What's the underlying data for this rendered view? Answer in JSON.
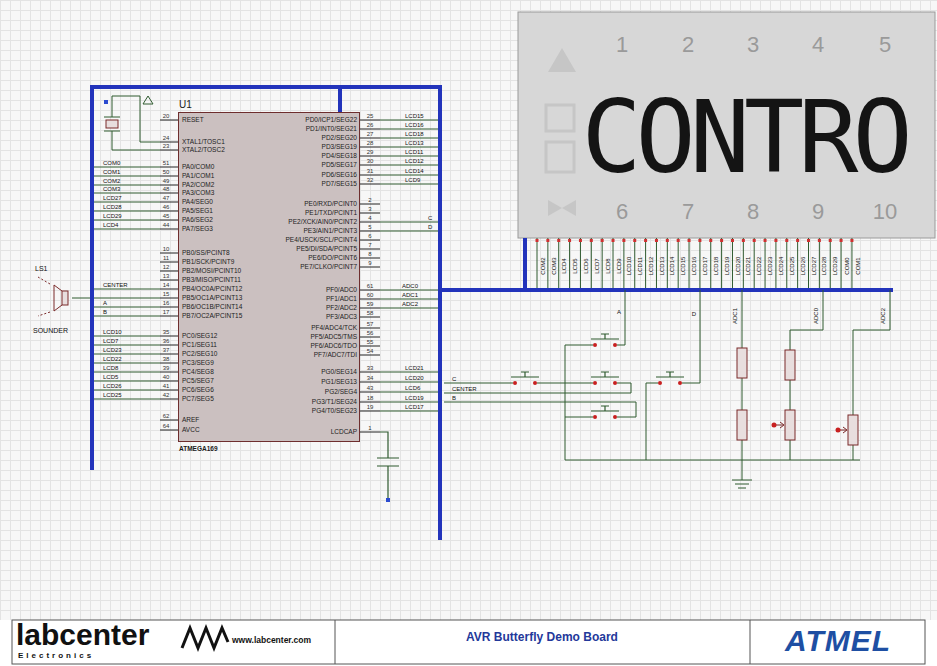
{
  "diagram": {
    "title": "AVR Butterfly Demo Board",
    "nodes": [
      {
        "text": [
          "U1",
          "ATMEGA169"
        ]
      },
      {
        "text": [
          "CONTRO"
        ]
      }
    ],
    "edges": [
      {
        "from": 0,
        "to": 1,
        "arrow": "none"
      }
    ],
    "labels": [
      "RESET",
      "XTAL1/TOSC1",
      "XTAL2/TOSC2",
      "PA0/COM0",
      "PA1/COM1",
      "PA2/COM2",
      "PA3/COM3",
      "PA4/SEG0",
      "PA5/SEG1",
      "PA6/SEG2",
      "PA7/SEG3",
      "PB0/SS/PCINT8",
      "PB1/SCK/PCINT9",
      "PB2/MOSI/PCINT10",
      "PB3/MISO/PCINT11",
      "PB4/OC0A/PCINT12",
      "PB5/OC1A/PCINT13",
      "PB6/OC1B/PCINT14",
      "PB7/OC2A/PCINT15",
      "PC0/SEG12",
      "PC1/SEG11",
      "PC2/SEG10",
      "PC3/SEG9",
      "PC4/SEG8",
      "PC5/SEG7",
      "PC6/SEG6",
      "PC7/SEG5",
      "AREF",
      "AVCC",
      "20",
      "24",
      "23",
      "51",
      "50",
      "49",
      "48",
      "47",
      "46",
      "45",
      "44",
      "10",
      "11",
      "12",
      "13",
      "14",
      "15",
      "16",
      "17",
      "35",
      "36",
      "37",
      "38",
      "39",
      "40",
      "41",
      "42",
      "62",
      "64",
      "PD0/ICP1/SEG22",
      "PD1/INT0/SEG21",
      "PD2/SEG20",
      "PD3/SEG19",
      "PD4/SEG18",
      "PD5/SEG17",
      "PD6/SEG16",
      "PD7/SEG15",
      "PE0/RXD/PCINT0",
      "PE1/TXD/PCINT1",
      "PE2/XCK/AIN0/PCINT2",
      "PE3/AIN1/PCINT3",
      "PE4/USCK/SCL/PCINT4",
      "PE5/DI/SDA/PCINT5",
      "PE6/DO/PCINT6",
      "PE7/CLKO/PCINT7",
      "PF0/ADC0",
      "PF1/ADC1",
      "PF2/ADC2",
      "PF3/ADC3",
      "PF4/ADC4/TCK",
      "PF5/ADC5/TMS",
      "PF6/ADC6/TDO",
      "PF7/ADC7/TDI",
      "PG0/SEG14",
      "PG1/SEG13",
      "PG2/SEG4",
      "PG3/T1/SEG24",
      "PG4/T0/SEG23",
      "LCDCAP",
      "25",
      "26",
      "27",
      "28",
      "29",
      "30",
      "31",
      "32",
      "2",
      "3",
      "4",
      "5",
      "6",
      "7",
      "8",
      "9",
      "61",
      "60",
      "59",
      "58",
      "57",
      "56",
      "55",
      "54",
      "33",
      "34",
      "43",
      "18",
      "19",
      "1",
      "COM0",
      "COM1",
      "COM2",
      "COM3",
      "LCD27",
      "LCD28",
      "LCD29",
      "LCD4",
      "CENTER",
      "A",
      "B",
      "LCD10",
      "LCD7",
      "LCD23",
      "LCD22",
      "LCD8",
      "LCD5",
      "LCD26",
      "LCD25",
      "LCD15",
      "LCD16",
      "LCD18",
      "LCD13",
      "LCD11",
      "LCD12",
      "LCD14",
      "LCD9",
      "C",
      "D",
      "ADC0",
      "ADC1",
      "ADC2",
      "LCD21",
      "LCD20",
      "LCD6",
      "LCD19",
      "LCD17",
      "LS1",
      "SOUNDER",
      "C",
      "CENTER",
      "B",
      "A",
      "D",
      "ADC1",
      "ADC0",
      "ADC2",
      "1",
      "2",
      "3",
      "4",
      "5",
      "6",
      "7",
      "8",
      "9",
      "10",
      "COM2",
      "COM3",
      "LCD4",
      "LCD5",
      "LCD6",
      "LCD7",
      "LCD8",
      "LCD9",
      "LCD10",
      "LCD11",
      "LCD12",
      "LCD13",
      "LCD14",
      "LCD15",
      "LCD16",
      "LCD17",
      "LCD18",
      "LCD19",
      "LCD20",
      "LCD21",
      "LCD22",
      "LCD23",
      "LCD24",
      "LCD25",
      "LCD26",
      "LCD27",
      "LCD28",
      "LCD29",
      "COM0",
      "COM1",
      "labcenter",
      "Electronics",
      "www.labcenter.com",
      "ATMEL"
    ]
  }
}
